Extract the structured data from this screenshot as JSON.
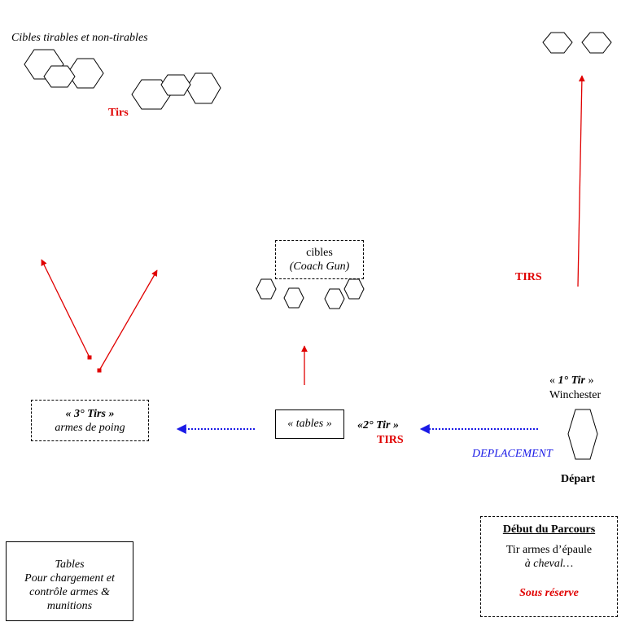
{
  "labels": {
    "targets_title": "Cibles tirables et  non-tirables",
    "tirs_top": "Tirs",
    "tirs_right": "TIRS",
    "tirs_center": "TIRS",
    "first_shot_open": "« ",
    "first_shot_bold": "1° Tir",
    "first_shot_close": " »",
    "winchester": "Winchester",
    "second_shot": "«2° Tir »",
    "deplacement": "DEPLACEMENT",
    "depart": "Départ"
  },
  "boxes": {
    "coach_gun": {
      "line1": "cibles",
      "line2": "(Coach Gun)"
    },
    "tables_center": {
      "label": "« tables »"
    },
    "third_shot": {
      "line1": "« 3° Tirs »",
      "line2": "armes de poing"
    },
    "tables_info": {
      "line1": "Tables",
      "line2": "Pour chargement et",
      "line3": "contrôle armes &",
      "line4": "munitions"
    },
    "parcours": {
      "title": "Début du Parcours",
      "line1": "Tir armes d’épaule",
      "line2": "à cheval…",
      "reserve": "Sous réserve"
    }
  },
  "colors": {
    "shot_arrow": "#e00000",
    "move_arrow": "#1a1ae6",
    "outline": "#000000"
  }
}
